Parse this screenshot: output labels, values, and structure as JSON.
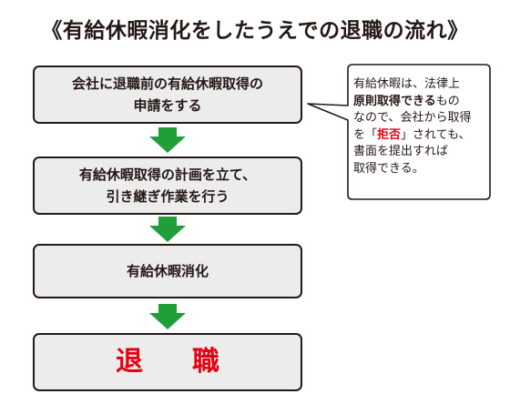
{
  "title": "《有給休暇消化をしたうえでの退職の流れ》",
  "steps": [
    {
      "lines": [
        "会社に退職前の有給休暇取得の",
        "申請をする"
      ]
    },
    {
      "lines": [
        "有給休暇取得の計画を立て、",
        "引き継ぎ作業を行う"
      ]
    },
    {
      "lines": [
        "有給休暇消化"
      ]
    },
    {
      "lines": [
        "退職"
      ]
    }
  ],
  "note": {
    "line1": "有給休暇は、法律上",
    "line2_bold": "原則取得できる",
    "line2_rest": "もの",
    "line3": "なので、会社から取得",
    "line4_pre": "を「",
    "line4_red": "拒否",
    "line4_post": "」されても、",
    "line5": "書面を提出すれば",
    "line6": "取得できる。"
  },
  "colors": {
    "arrow": "#1f9e39",
    "box_fill": "#ececec",
    "border": "#231815",
    "accent_red": "#e60012"
  }
}
